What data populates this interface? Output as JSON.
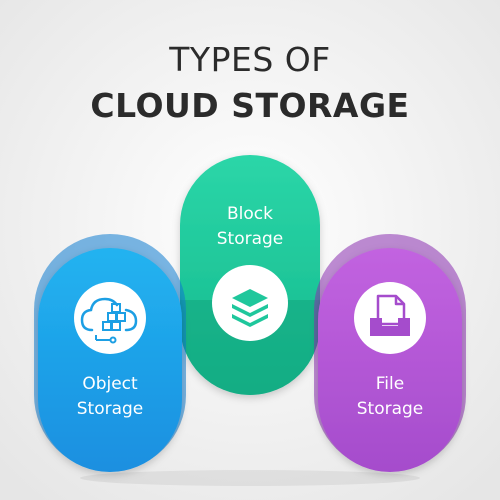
{
  "title": {
    "line1": "TYPES OF",
    "line2": "CLOUD STORAGE"
  },
  "cards": [
    {
      "id": "object",
      "label_line1": "Object",
      "label_line2": "Storage",
      "icon": "cloud-blocks-icon",
      "color": "#1c9fe4",
      "color_dark": "#0f7fc7"
    },
    {
      "id": "block",
      "label_line1": "Block",
      "label_line2": "Storage",
      "icon": "stacked-layers-icon",
      "color": "#1fc79c",
      "color_dark": "#10a37f"
    },
    {
      "id": "file",
      "label_line1": "File",
      "label_line2": "Storage",
      "icon": "file-tray-icon",
      "color": "#b457d6",
      "color_dark": "#8f36b5"
    }
  ]
}
